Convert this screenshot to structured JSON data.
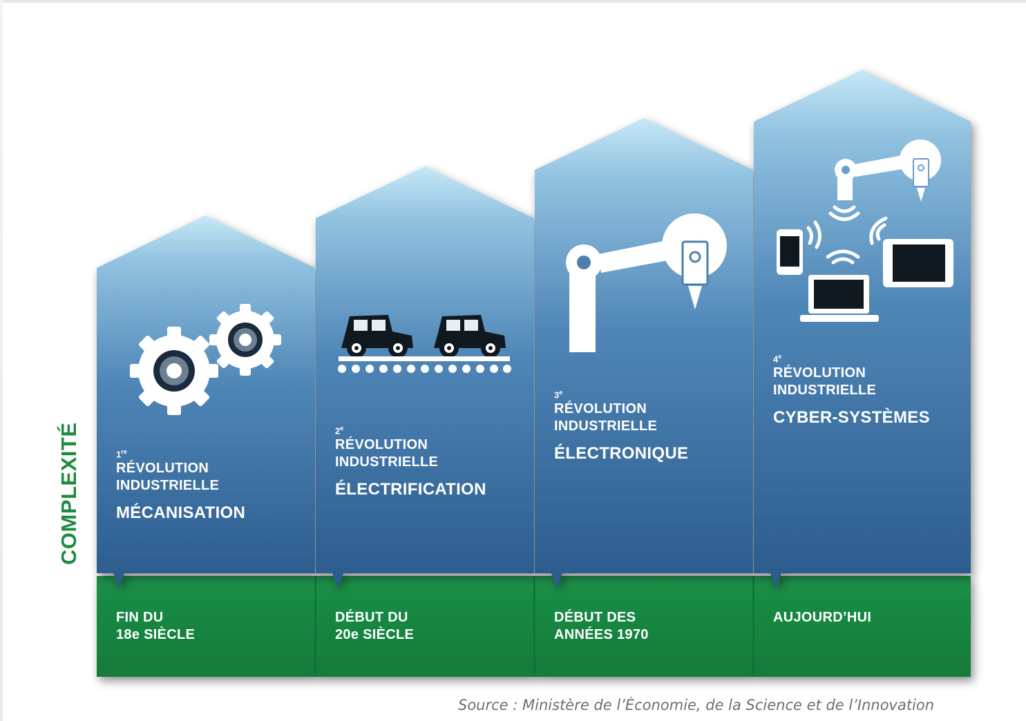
{
  "axis_label": "COMPLEXITÉ",
  "revolutions": [
    {
      "number": "1",
      "ordinal": "re",
      "line1": "RÉVOLUTION",
      "line2": "INDUSTRIELLE",
      "name": "MÉCANISATION",
      "period_line1": "FIN DU",
      "period_line2": "18e SIÈCLE",
      "icon": "gears-icon"
    },
    {
      "number": "2",
      "ordinal": "e",
      "line1": "RÉVOLUTION",
      "line2": "INDUSTRIELLE",
      "name": "ÉLECTRIFICATION",
      "period_line1": "DÉBUT DU",
      "period_line2": "20e SIÈCLE",
      "icon": "assembly-line-cars-icon"
    },
    {
      "number": "3",
      "ordinal": "e",
      "line1": "RÉVOLUTION",
      "line2": "INDUSTRIELLE",
      "name": "ÉLECTRONIQUE",
      "period_line1": "DÉBUT DES",
      "period_line2": "ANNÉES 1970",
      "icon": "robot-arm-icon"
    },
    {
      "number": "4",
      "ordinal": "e",
      "line1": "RÉVOLUTION",
      "line2": "INDUSTRIELLE",
      "name": "CYBER-SYSTÈMES",
      "period_line1": "AUJOURD’HUI",
      "period_line2": "",
      "icon": "connected-devices-icon"
    }
  ],
  "source": "Source : Ministère de l’Économie, de la Science et de l’Innovation",
  "colors": {
    "column_top": "#bfe3f2",
    "column_bottom": "#2c5c8e",
    "period_green": "#198a44",
    "axis_green": "#1d8a3f"
  }
}
